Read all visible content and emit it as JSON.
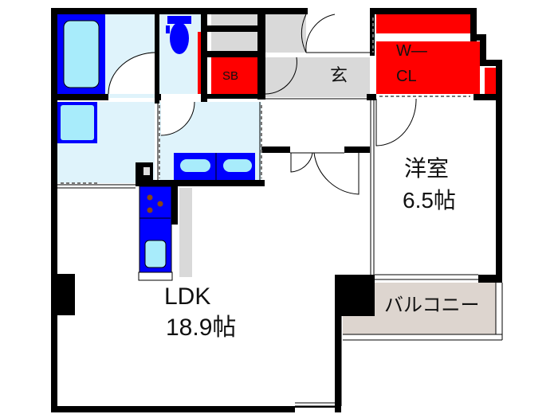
{
  "floor_plan": {
    "rooms": {
      "ldk": {
        "name": "LDK",
        "size": "18.9帖"
      },
      "western_room": {
        "name": "洋室",
        "size": "6.5帖"
      },
      "entrance": {
        "name": "玄"
      },
      "shoe_box": {
        "name": "SB"
      },
      "walk_in_closet": {
        "line1": "W—",
        "line2": "CL"
      },
      "balcony": {
        "name": "バルコニー"
      }
    },
    "colors": {
      "wall": "#000000",
      "wet_area_floor": "#dff3fb",
      "fixture_blue": "#0000ff",
      "fixture_light": "#a8ecfb",
      "storage_red": "#ff0000",
      "entrance_gray": "#d9d9d9",
      "balcony_beige": "#ddd5cf",
      "stove_burner": "#8b4513"
    }
  }
}
